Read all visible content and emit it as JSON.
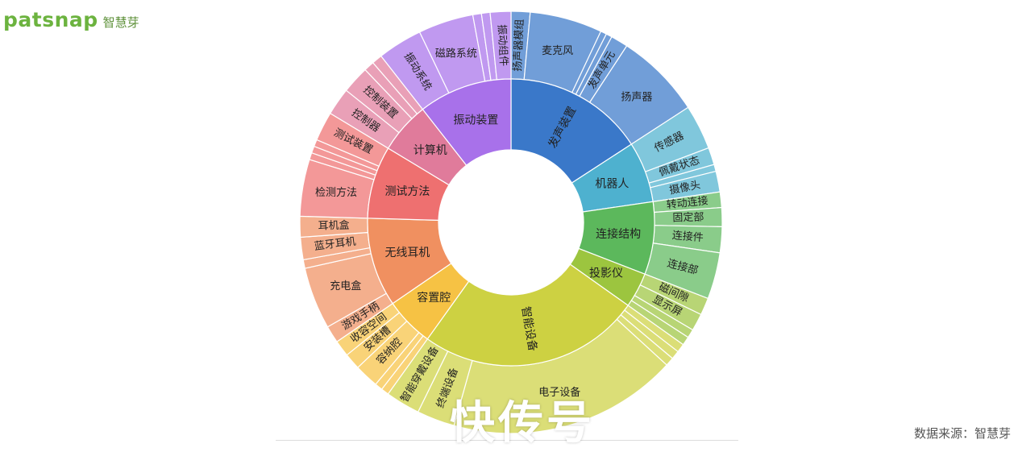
{
  "logo": {
    "wordmark": "patsnap",
    "name_cn": "智慧芽"
  },
  "source_note": "数据来源：智慧芽",
  "watermark": "快传号",
  "chart_data": {
    "type": "sunburst",
    "title": "",
    "start_angle_deg": 0,
    "inner_ring_labels_radial": true,
    "children": [
      {
        "name": "发声装置",
        "value": 12,
        "color": "#3a78c9",
        "children": [
          {
            "name": "扬声器模组",
            "value": 1.1
          },
          {
            "name": "麦克风",
            "value": 4.2
          },
          {
            "name": "",
            "value": 0.35
          },
          {
            "name": "",
            "value": 0.35
          },
          {
            "name": "发声单元",
            "value": 1.0
          },
          {
            "name": "扬声器",
            "value": 5.0
          }
        ]
      },
      {
        "name": "机器人",
        "value": 5.2,
        "color": "#4eb1cf",
        "children": [
          {
            "name": "传感器",
            "value": 2.6
          },
          {
            "name": "佩戴状态",
            "value": 1.0
          },
          {
            "name": "",
            "value": 0.4
          },
          {
            "name": "摄像头",
            "value": 1.2
          }
        ]
      },
      {
        "name": "连接结构",
        "value": 6.2,
        "color": "#5cb85c",
        "children": [
          {
            "name": "转动连接",
            "value": 0.9
          },
          {
            "name": "固定部",
            "value": 1.1
          },
          {
            "name": "连接件",
            "value": 1.5
          },
          {
            "name": "连接部",
            "value": 2.7
          }
        ]
      },
      {
        "name": "投影仪",
        "value": 3.0,
        "color": "#9cc53f",
        "children": [
          {
            "name": "磁间隙",
            "value": 1.0
          },
          {
            "name": "显示屏",
            "value": 1.0
          },
          {
            "name": "",
            "value": 0.5
          },
          {
            "name": "",
            "value": 0.5
          }
        ]
      },
      {
        "name": "智能设备",
        "value": 19.0,
        "color": "#cdd142",
        "children": [
          {
            "name": "",
            "value": 0.5
          },
          {
            "name": "",
            "value": 0.5
          },
          {
            "name": "",
            "value": 0.5
          },
          {
            "name": "电子设备",
            "value": 13.3
          },
          {
            "name": "终端设备",
            "value": 2.2
          },
          {
            "name": "智能穿戴设备",
            "value": 2.0
          }
        ]
      },
      {
        "name": "容置腔",
        "value": 4.2,
        "color": "#f6c244",
        "children": [
          {
            "name": "",
            "value": 0.45
          },
          {
            "name": "",
            "value": 0.45
          },
          {
            "name": "容纳腔",
            "value": 1.4
          },
          {
            "name": "安装槽",
            "value": 0.95
          },
          {
            "name": "收容空间",
            "value": 0.95
          }
        ]
      },
      {
        "name": "无线耳机",
        "value": 7.6,
        "color": "#f09060",
        "children": [
          {
            "name": "游戏手柄",
            "value": 1.0
          },
          {
            "name": "充电盒",
            "value": 3.6
          },
          {
            "name": "",
            "value": 0.5
          },
          {
            "name": "蓝牙耳机",
            "value": 1.3
          },
          {
            "name": "耳机盒",
            "value": 1.2
          }
        ]
      },
      {
        "name": "测试方法",
        "value": 6.2,
        "color": "#ee7070",
        "children": [
          {
            "name": "检测方法",
            "value": 3.3
          },
          {
            "name": "",
            "value": 0.4
          },
          {
            "name": "",
            "value": 0.4
          },
          {
            "name": "",
            "value": 0.4
          },
          {
            "name": "测试装置",
            "value": 1.7
          }
        ]
      },
      {
        "name": "计算机",
        "value": 4.4,
        "color": "#e07b9b",
        "children": [
          {
            "name": "控制器",
            "value": 1.6
          },
          {
            "name": "控制装置",
            "value": 1.6
          },
          {
            "name": "",
            "value": 0.6
          },
          {
            "name": "",
            "value": 0.6
          }
        ]
      },
      {
        "name": "振动装置",
        "value": 8.0,
        "color": "#a871ea",
        "children": [
          {
            "name": "振动系统",
            "value": 2.6
          },
          {
            "name": "磁路系统",
            "value": 3.2
          },
          {
            "name": "",
            "value": 0.5
          },
          {
            "name": "",
            "value": 0.5
          },
          {
            "name": "振动组件",
            "value": 1.2
          }
        ]
      }
    ]
  }
}
